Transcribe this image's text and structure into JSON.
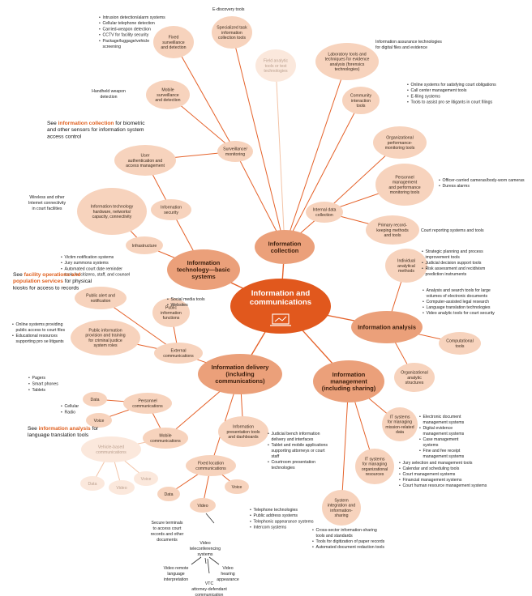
{
  "diagram": {
    "center": {
      "lines": [
        "Information and",
        "communications"
      ],
      "icon": "laptop-chart-icon"
    },
    "colors": {
      "center": "#e1581d",
      "major": "#eba07a",
      "minor": "#f7d3bd",
      "faded": "#fbe8dc",
      "connector": "#e5622a",
      "accent": "#e0601f"
    },
    "nodes": [
      {
        "id": "collection",
        "level": "major",
        "lines": [
          "Information",
          "collection"
        ]
      },
      {
        "id": "technology",
        "level": "major",
        "lines": [
          "Information",
          "technology—basic",
          "systems"
        ]
      },
      {
        "id": "analysis",
        "level": "major",
        "lines": [
          "Information analysis"
        ]
      },
      {
        "id": "delivery",
        "level": "major",
        "lines": [
          "Information delivery",
          "(including",
          "communications)"
        ]
      },
      {
        "id": "management",
        "level": "major",
        "lines": [
          "Information",
          "management",
          "(including sharing)"
        ]
      },
      {
        "id": "surveillance",
        "level": "minor",
        "lines": [
          "Surveillance/",
          "monitoring"
        ]
      },
      {
        "id": "fixed-surveillance",
        "level": "minor",
        "lines": [
          "Fixed",
          "surveillance",
          "and detection"
        ]
      },
      {
        "id": "specialized-task",
        "level": "minor",
        "lines": [
          "Specialized task",
          "information",
          "collection tools"
        ]
      },
      {
        "id": "field-analytic",
        "level": "faded",
        "lines": [
          "Field analytic",
          "tools or test",
          "technologies"
        ]
      },
      {
        "id": "laboratory",
        "level": "minor",
        "lines": [
          "Laboratory tools and",
          "techniques for evidence",
          "analysis (forensics",
          "technologies)"
        ]
      },
      {
        "id": "community",
        "level": "minor",
        "lines": [
          "Community",
          "interaction",
          "tools"
        ]
      },
      {
        "id": "mobile-surveillance",
        "level": "minor",
        "lines": [
          "Mobile",
          "surveillance",
          "and detection"
        ]
      },
      {
        "id": "internal-data",
        "level": "minor",
        "lines": [
          "Internal data",
          "collection"
        ]
      },
      {
        "id": "org-performance",
        "level": "minor",
        "lines": [
          "Organizational",
          "performance-",
          "monitoring tools"
        ]
      },
      {
        "id": "personnel-mgmt",
        "level": "minor",
        "lines": [
          "Personnel",
          "management",
          "and performance",
          "monitoring tools"
        ]
      },
      {
        "id": "primary-record",
        "level": "minor",
        "lines": [
          "Primary record-",
          "keeping methods",
          "and tools"
        ]
      },
      {
        "id": "user-auth",
        "level": "minor",
        "lines": [
          "User",
          "authentication and",
          "access management"
        ]
      },
      {
        "id": "info-security",
        "level": "minor",
        "lines": [
          "Information",
          "security"
        ]
      },
      {
        "id": "it-hardware",
        "level": "minor",
        "lines": [
          "Information technology",
          "hardware, networks/",
          "capacity, connectivity"
        ]
      },
      {
        "id": "infrastructure",
        "level": "minor",
        "lines": [
          "Infrastructure"
        ]
      },
      {
        "id": "public-alert",
        "level": "minor",
        "lines": [
          "Public alert and",
          "notification"
        ]
      },
      {
        "id": "public-info",
        "level": "minor",
        "lines": [
          "Public",
          "information",
          "functions"
        ]
      },
      {
        "id": "public-provision",
        "level": "minor",
        "lines": [
          "Public information",
          "provision and training",
          "for criminal justice",
          "system roles"
        ]
      },
      {
        "id": "external-comm",
        "level": "minor",
        "lines": [
          "External",
          "communications"
        ]
      },
      {
        "id": "personnel-comm",
        "level": "minor",
        "lines": [
          "Personnel",
          "communications"
        ]
      },
      {
        "id": "data-1",
        "level": "minor",
        "lines": [
          "Data"
        ]
      },
      {
        "id": "voice-1",
        "level": "minor",
        "lines": [
          "Voice"
        ]
      },
      {
        "id": "mobile-comm",
        "level": "minor",
        "lines": [
          "Mobile",
          "communications"
        ]
      },
      {
        "id": "vehicle-comm",
        "level": "faded",
        "lines": [
          "Vehicle-based",
          "communications"
        ]
      },
      {
        "id": "data-faded",
        "level": "faded",
        "lines": [
          "Data"
        ]
      },
      {
        "id": "video-faded",
        "level": "faded",
        "lines": [
          "Video"
        ]
      },
      {
        "id": "voice-faded",
        "level": "faded",
        "lines": [
          "Voice"
        ]
      },
      {
        "id": "presentation-tools",
        "level": "minor",
        "lines": [
          "Information",
          "presentation tools",
          "and dashboards"
        ]
      },
      {
        "id": "fixed-location",
        "level": "minor",
        "lines": [
          "Fixed location",
          "communications"
        ]
      },
      {
        "id": "data-2",
        "level": "minor",
        "lines": [
          "Data"
        ]
      },
      {
        "id": "video-2",
        "level": "minor",
        "lines": [
          "Video"
        ]
      },
      {
        "id": "voice-2",
        "level": "minor",
        "lines": [
          "Voice"
        ]
      },
      {
        "id": "individual-analytical",
        "level": "minor",
        "lines": [
          "Individual",
          "analytical",
          "methods"
        ]
      },
      {
        "id": "computational",
        "level": "minor",
        "lines": [
          "Computational",
          "tools"
        ]
      },
      {
        "id": "org-analytic",
        "level": "minor",
        "lines": [
          "Organizational",
          "analytic",
          "structures"
        ]
      },
      {
        "id": "it-mission",
        "level": "minor",
        "lines": [
          "IT systems",
          "for managing",
          "mission-related",
          "data"
        ]
      },
      {
        "id": "it-org",
        "level": "minor",
        "lines": [
          "IT systems",
          "for managing",
          "organizational",
          "resources"
        ]
      },
      {
        "id": "system-integration",
        "level": "minor",
        "lines": [
          "System",
          "integration and",
          "information-",
          "sharing"
        ]
      }
    ],
    "edges": [
      [
        "center",
        "collection"
      ],
      [
        "center",
        "technology"
      ],
      [
        "center",
        "analysis"
      ],
      [
        "center",
        "delivery"
      ],
      [
        "center",
        "management"
      ],
      [
        "collection",
        "surveillance"
      ],
      [
        "collection",
        "specialized-task"
      ],
      [
        "collection",
        "field-analytic"
      ],
      [
        "collection",
        "laboratory"
      ],
      [
        "collection",
        "community"
      ],
      [
        "collection",
        "internal-data"
      ],
      [
        "surveillance",
        "fixed-surveillance"
      ],
      [
        "surveillance",
        "mobile-surveillance"
      ],
      [
        "surveillance",
        "user-auth"
      ],
      [
        "internal-data",
        "org-performance"
      ],
      [
        "internal-data",
        "personnel-mgmt"
      ],
      [
        "internal-data",
        "primary-record"
      ],
      [
        "technology",
        "info-security"
      ],
      [
        "technology",
        "infrastructure"
      ],
      [
        "info-security",
        "user-auth"
      ],
      [
        "infrastructure",
        "it-hardware"
      ],
      [
        "delivery",
        "external-comm"
      ],
      [
        "delivery",
        "mobile-comm"
      ],
      [
        "delivery",
        "presentation-tools"
      ],
      [
        "delivery",
        "fixed-location"
      ],
      [
        "external-comm",
        "public-alert"
      ],
      [
        "external-comm",
        "public-info"
      ],
      [
        "external-comm",
        "public-provision"
      ],
      [
        "mobile-comm",
        "personnel-comm"
      ],
      [
        "mobile-comm",
        "vehicle-comm"
      ],
      [
        "personnel-comm",
        "data-1"
      ],
      [
        "personnel-comm",
        "voice-1"
      ],
      [
        "vehicle-comm",
        "data-faded"
      ],
      [
        "vehicle-comm",
        "video-faded"
      ],
      [
        "vehicle-comm",
        "voice-faded"
      ],
      [
        "fixed-location",
        "data-2"
      ],
      [
        "fixed-location",
        "video-2"
      ],
      [
        "fixed-location",
        "voice-2"
      ],
      [
        "analysis",
        "individual-analytical"
      ],
      [
        "analysis",
        "computational"
      ],
      [
        "analysis",
        "org-analytic"
      ],
      [
        "management",
        "it-mission"
      ],
      [
        "management",
        "it-org"
      ],
      [
        "management",
        "system-integration"
      ]
    ],
    "free_text": [
      {
        "id": "ediscovery",
        "lines": [
          "E-discovery tools"
        ]
      },
      {
        "id": "fixed-surv-list",
        "bullets": true,
        "lines": [
          "Intrusion detection/alarm systems",
          "Cellular telephone detection",
          "Carried-weapon detection",
          "CCTV for facility security",
          "Package/luggage/vehicle",
          "screening"
        ]
      },
      {
        "id": "assurance",
        "lines": [
          "Information assurance technologies",
          "for digital files and evidence"
        ]
      },
      {
        "id": "community-list",
        "bullets": true,
        "lines": [
          "Online systems for satisfying court obligations",
          "Call center management tools",
          "E-filing systems",
          "Tools to assist pro se litigants in court filings"
        ]
      },
      {
        "id": "handheld",
        "lines": [
          "Handheld weapon",
          "detection"
        ]
      },
      {
        "id": "body-cams",
        "bullets": true,
        "lines": [
          "Officer-carried cameras/body-worn cameras",
          "Duress alarms"
        ]
      },
      {
        "id": "court-reporting",
        "lines": [
          "Court reporting systems and tools"
        ]
      },
      {
        "id": "wireless",
        "lines": [
          "Wireless and other",
          "Internet connectivity",
          "in court facilities"
        ]
      },
      {
        "id": "victim-list",
        "bullets": true,
        "lines": [
          "Victim notification systems",
          "Jury summons systems",
          "Automated court date reminder",
          "tools for citizens, staff, and counsel"
        ]
      },
      {
        "id": "social-list",
        "bullets": true,
        "lines": [
          "Social media tools",
          "Websites"
        ]
      },
      {
        "id": "strategic-list",
        "bullets": true,
        "lines": [
          "Strategic planning and process",
          "improvement tools",
          "Judicial decision support tools",
          "Risk assessment and recidivism",
          "prediction instruments"
        ]
      },
      {
        "id": "analysis-list",
        "bullets": true,
        "lines": [
          "Analysis and search tools for large",
          "volumes of electronic documents",
          "Computer-assisted legal research",
          "Language translation technologies",
          "Video analytic tools for court security"
        ]
      },
      {
        "id": "online-access-list",
        "bullets": true,
        "lines": [
          "Online systems providing",
          "public access to court files",
          "Educational resources",
          "supporting pro se litigants"
        ]
      },
      {
        "id": "device-list",
        "bullets": true,
        "lines": [
          "Pagers",
          "Smart phones",
          "Tablets"
        ]
      },
      {
        "id": "radio-list",
        "bullets": true,
        "lines": [
          "Cellular",
          "Radio"
        ]
      },
      {
        "id": "bench-list",
        "bullets": true,
        "lines": [
          "Judicial bench information",
          "delivery and interfaces",
          "Tablet and mobile applications",
          "supporting attorneys or court",
          "staff",
          "Courtroom presentation",
          "technologies"
        ]
      },
      {
        "id": "mission-list",
        "bullets": true,
        "lines": [
          "Electronic document",
          "management systems",
          "Digital evidence",
          "management systems",
          "Case management",
          "systems",
          "Fine and fee receipt",
          "management systems"
        ]
      },
      {
        "id": "org-list",
        "bullets": true,
        "lines": [
          "Jury selection and management tools",
          "Calendar and scheduling tools",
          "Court management systems",
          "Financial management systems",
          "Court human resource management systems"
        ]
      },
      {
        "id": "phone-list",
        "bullets": true,
        "lines": [
          "Telephone technologies",
          "Public address systems",
          "Telephonic appearance systems",
          "Intercom systems"
        ]
      },
      {
        "id": "secure-terminals",
        "lines": [
          "Secure terminals",
          "to access court",
          "records and other",
          "documents"
        ]
      },
      {
        "id": "vtc",
        "lines": [
          "Video",
          "teleconferencing",
          "systems"
        ]
      },
      {
        "id": "remote-interp",
        "lines": [
          "Video remote",
          "language",
          "interpretation"
        ]
      },
      {
        "id": "hearing",
        "lines": [
          "Video",
          "hearing",
          "appearance"
        ]
      },
      {
        "id": "vtc-attorney",
        "lines": [
          "VTC",
          "attorney-defendant",
          "communication"
        ]
      },
      {
        "id": "cross-sector-list",
        "bullets": true,
        "lines": [
          "Cross-sector information-sharing",
          "tools and standards",
          "Tools for digitization of paper records",
          "Automated document redaction tools"
        ]
      }
    ],
    "see_notes": [
      {
        "id": "see-collection",
        "lines": [
          [
            {
              "t": "See "
            },
            {
              "t": "information collection",
              "accent": true
            },
            {
              "t": " for biometric"
            }
          ],
          [
            {
              "t": "and other sensors for information system"
            }
          ],
          [
            {
              "t": "access control"
            }
          ]
        ]
      },
      {
        "id": "see-facility",
        "lines": [
          [
            {
              "t": "See "
            },
            {
              "t": "facility operations and",
              "accent": true
            }
          ],
          [
            {
              "t": "population services",
              "accent": true
            },
            {
              "t": " for physical"
            }
          ],
          [
            {
              "t": "kiosks for access to records"
            }
          ]
        ]
      },
      {
        "id": "see-analysis",
        "lines": [
          [
            {
              "t": "See "
            },
            {
              "t": "information analysis",
              "accent": true
            },
            {
              "t": " for"
            }
          ],
          [
            {
              "t": "language translation tools"
            }
          ]
        ]
      }
    ]
  }
}
